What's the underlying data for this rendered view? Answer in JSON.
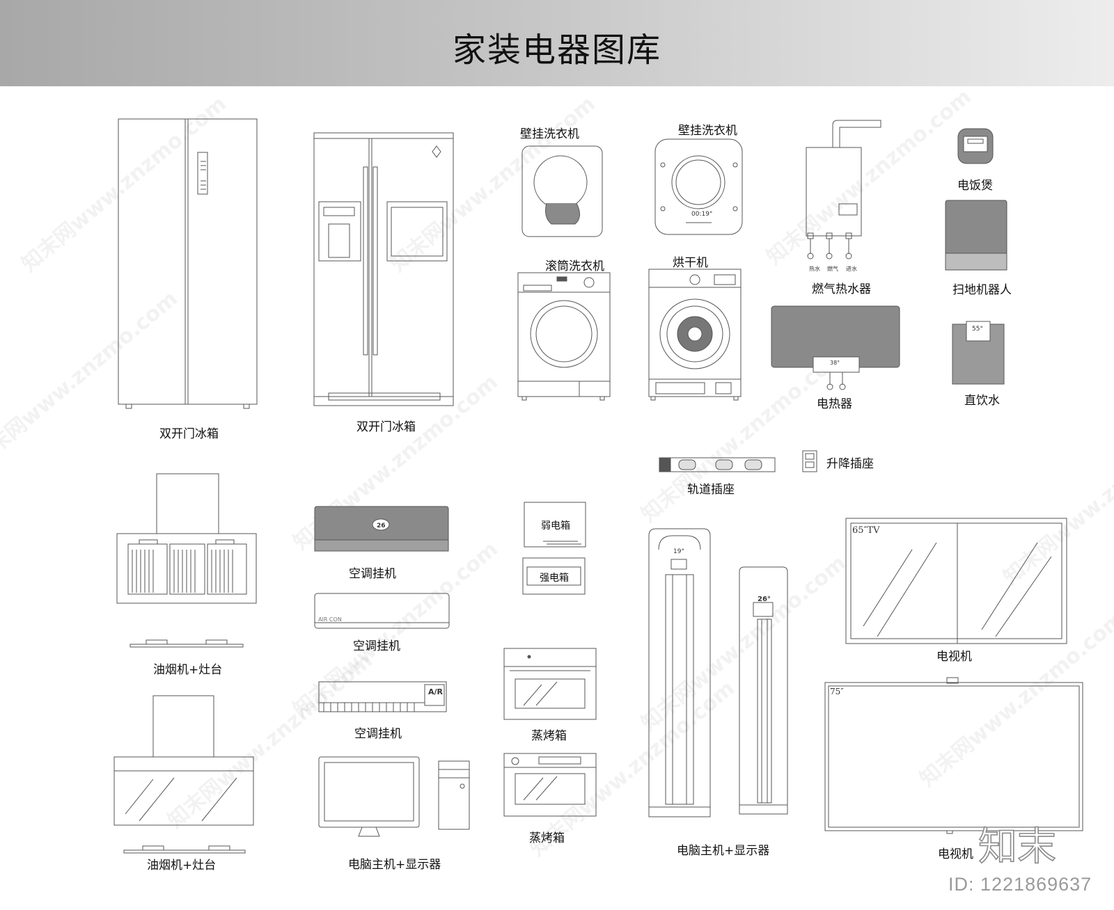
{
  "page_title": "家装电器图库",
  "labels": {
    "fridge_1": "双开门冰箱",
    "fridge_2": "双开门冰箱",
    "wall_washer_1": "壁挂洗衣机",
    "wall_washer_2": "壁挂洗衣机",
    "drum_washer": "滚筒洗衣机",
    "dryer": "烘干机",
    "gas_heater": "燃气热水器",
    "rice_cooker": "电饭煲",
    "robot_vacuum": "扫地机器人",
    "electric_heater": "电热器",
    "water_dispenser": "直饮水",
    "track_socket": "轨道插座",
    "lift_socket": "升降插座",
    "hood_stove_1": "油烟机+灶台",
    "hood_stove_2": "油烟机+灶台",
    "ac_wall_1": "空调挂机",
    "ac_wall_2": "空调挂机",
    "ac_wall_3": "空调挂机",
    "weak_box": "弱电箱",
    "strong_box": "强电箱",
    "steam_oven_1": "蒸烤箱",
    "steam_oven_2": "蒸烤箱",
    "pc_monitor_1": "电脑主机+显示器",
    "pc_monitor_2": "电脑主机+显示器",
    "tv_1": "电视机",
    "tv_2": "电视机"
  },
  "device_text": {
    "heater_water_hot": "热水",
    "heater_gas": "燃气",
    "heater_water_in": "进水",
    "washer_time": "00:19°",
    "water_temp": "55°",
    "heater_temp": "38°",
    "ac_temp": "26",
    "ac_aircon": "AIR CON",
    "ac_ar": "A/R",
    "tower_ac_temp": "19°",
    "tower_ac_temp_2": "26°",
    "tv_65": "65″TV",
    "tv_75": "75″"
  },
  "brand_mark": "知末",
  "image_id": "ID: 1221869637",
  "watermark_text": "知末网www.znzmo.com",
  "colors": {
    "line": "#555555",
    "fill_dark": "#8a8a8a",
    "fill_mid": "#9a9a9a"
  }
}
